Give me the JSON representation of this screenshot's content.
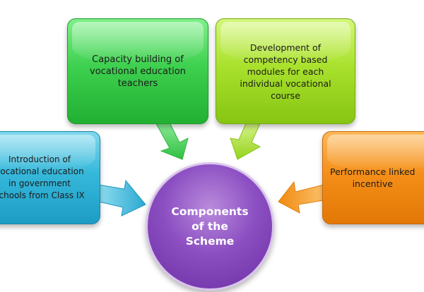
{
  "diagram": {
    "center": {
      "label": "Components\nof the\nScheme"
    },
    "nodes": [
      {
        "id": "intro",
        "label": "Introduction of\nvocational education\nin government\nschools from Class IX",
        "color": "#36b8db"
      },
      {
        "id": "capacity",
        "label": "Capacity building of\nvocational education\nteachers",
        "color": "#3ed04f"
      },
      {
        "id": "modules",
        "label": "Development of\ncompetency based\nmodules for each\nindividual vocational\ncourse",
        "color": "#a9e12d"
      },
      {
        "id": "performance",
        "label": "Performance linked\nincentive",
        "color": "#f58f19"
      }
    ]
  }
}
